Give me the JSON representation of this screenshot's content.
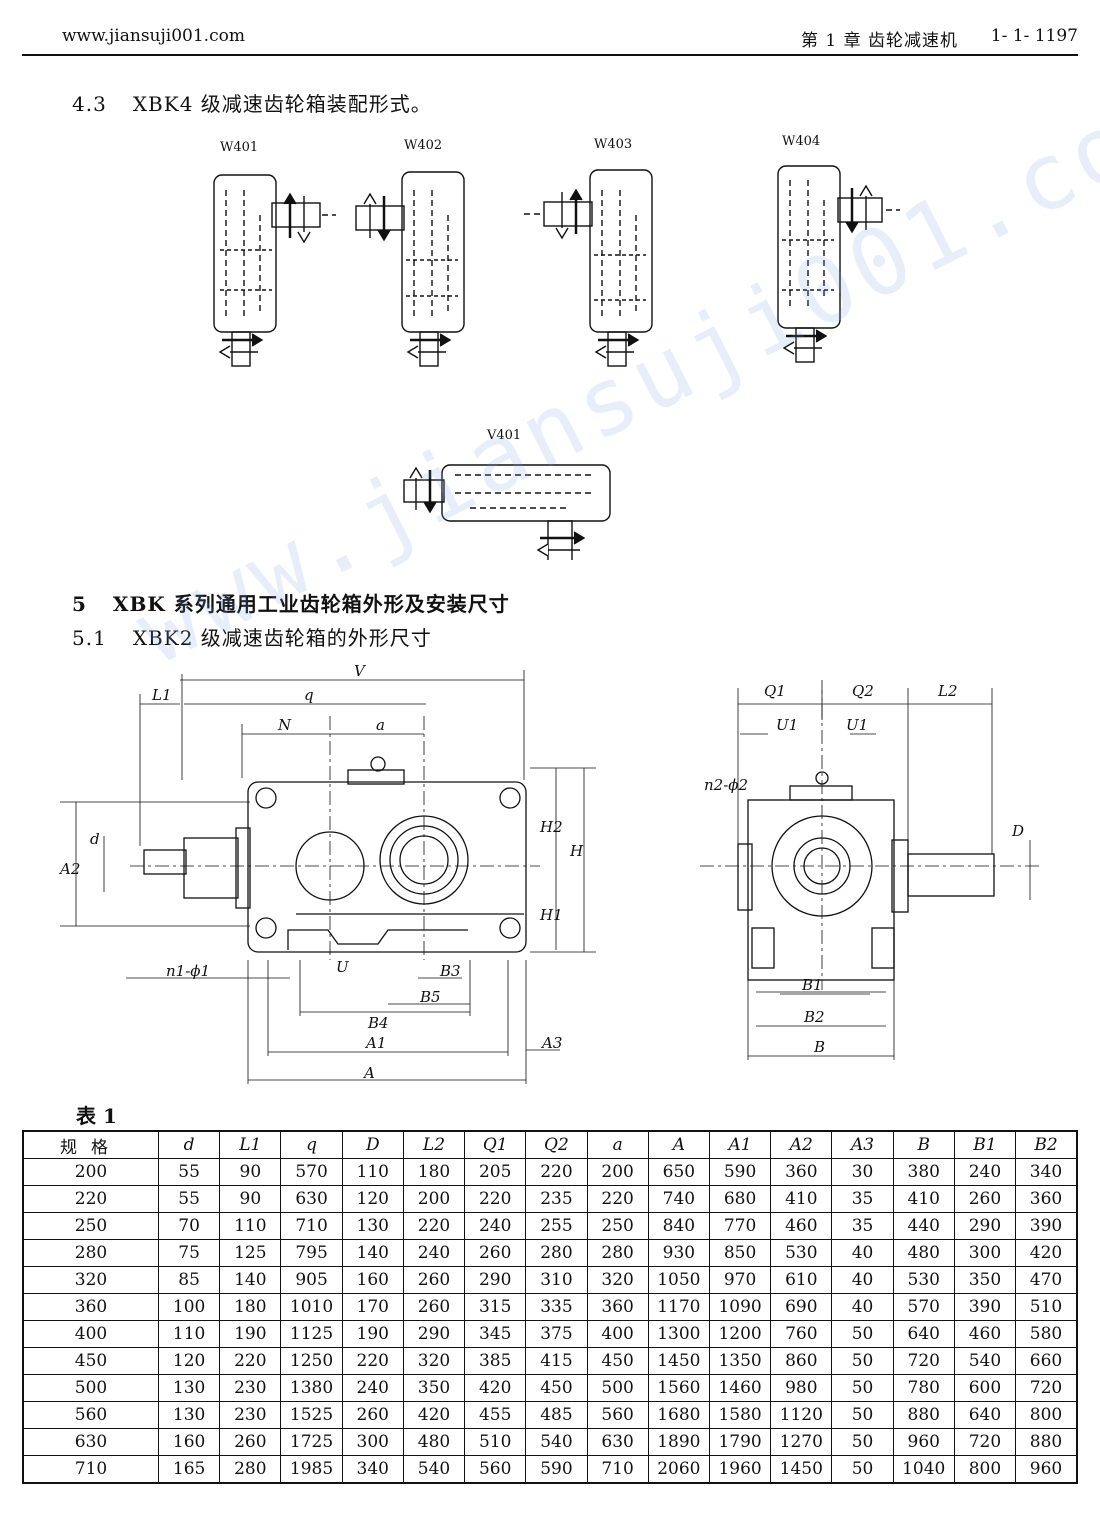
{
  "header": {
    "site": "www.jiansuji001.com",
    "chapter": "第 1 章    齿轮减速机",
    "page": "1- 1- 1197"
  },
  "sections": {
    "s43": {
      "number": "4.3",
      "title": "XBK4 级减速齿轮箱装配形式。"
    },
    "s5": {
      "number": "5",
      "title": "XBK 系列通用工业齿轮箱外形及安装尺寸"
    },
    "s51": {
      "number": "5.1",
      "title": "XBK2 级减速齿轮箱的外形尺寸"
    }
  },
  "assembly_forms": [
    "W401",
    "W402",
    "W403",
    "W404",
    "V401"
  ],
  "dimension_labels": {
    "V": "V",
    "L1": "L1",
    "q": "q",
    "N": "N",
    "a": "a",
    "d": "d",
    "A2": "A2",
    "H2": "H2",
    "H": "H",
    "H1": "H1",
    "U": "U",
    "n1phi1": "n1-ϕ1",
    "B3": "B3",
    "B5": "B5",
    "B4": "B4",
    "A1": "A1",
    "A3": "A3",
    "A": "A",
    "Q1": "Q1",
    "Q2": "Q2",
    "L2": "L2",
    "U1": "U1",
    "n2phi2": "n2-ϕ2",
    "D": "D",
    "B1": "B1",
    "B2": "B2",
    "B": "B"
  },
  "watermark": "www.jiansuji001.com",
  "table": {
    "caption": "表 1",
    "headers": [
      "规格",
      "d",
      "L1",
      "q",
      "D",
      "L2",
      "Q1",
      "Q2",
      "a",
      "A",
      "A1",
      "A2",
      "A3",
      "B",
      "B1",
      "B2"
    ],
    "rows": [
      [
        "200",
        "55",
        "90",
        "570",
        "110",
        "180",
        "205",
        "220",
        "200",
        "650",
        "590",
        "360",
        "30",
        "380",
        "240",
        "340"
      ],
      [
        "220",
        "55",
        "90",
        "630",
        "120",
        "200",
        "220",
        "235",
        "220",
        "740",
        "680",
        "410",
        "35",
        "410",
        "260",
        "360"
      ],
      [
        "250",
        "70",
        "110",
        "710",
        "130",
        "220",
        "240",
        "255",
        "250",
        "840",
        "770",
        "460",
        "35",
        "440",
        "290",
        "390"
      ],
      [
        "280",
        "75",
        "125",
        "795",
        "140",
        "240",
        "260",
        "280",
        "280",
        "930",
        "850",
        "530",
        "40",
        "480",
        "300",
        "420"
      ],
      [
        "320",
        "85",
        "140",
        "905",
        "160",
        "260",
        "290",
        "310",
        "320",
        "1050",
        "970",
        "610",
        "40",
        "530",
        "350",
        "470"
      ],
      [
        "360",
        "100",
        "180",
        "1010",
        "170",
        "260",
        "315",
        "335",
        "360",
        "1170",
        "1090",
        "690",
        "40",
        "570",
        "390",
        "510"
      ],
      [
        "400",
        "110",
        "190",
        "1125",
        "190",
        "290",
        "345",
        "375",
        "400",
        "1300",
        "1200",
        "760",
        "50",
        "640",
        "460",
        "580"
      ],
      [
        "450",
        "120",
        "220",
        "1250",
        "220",
        "320",
        "385",
        "415",
        "450",
        "1450",
        "1350",
        "860",
        "50",
        "720",
        "540",
        "660"
      ],
      [
        "500",
        "130",
        "230",
        "1380",
        "240",
        "350",
        "420",
        "450",
        "500",
        "1560",
        "1460",
        "980",
        "50",
        "780",
        "600",
        "720"
      ],
      [
        "560",
        "130",
        "230",
        "1525",
        "260",
        "420",
        "455",
        "485",
        "560",
        "1680",
        "1580",
        "1120",
        "50",
        "880",
        "640",
        "800"
      ],
      [
        "630",
        "160",
        "260",
        "1725",
        "300",
        "480",
        "510",
        "540",
        "630",
        "1890",
        "1790",
        "1270",
        "50",
        "960",
        "720",
        "880"
      ],
      [
        "710",
        "165",
        "280",
        "1985",
        "340",
        "540",
        "560",
        "590",
        "710",
        "2060",
        "1960",
        "1450",
        "50",
        "1040",
        "800",
        "960"
      ]
    ]
  }
}
